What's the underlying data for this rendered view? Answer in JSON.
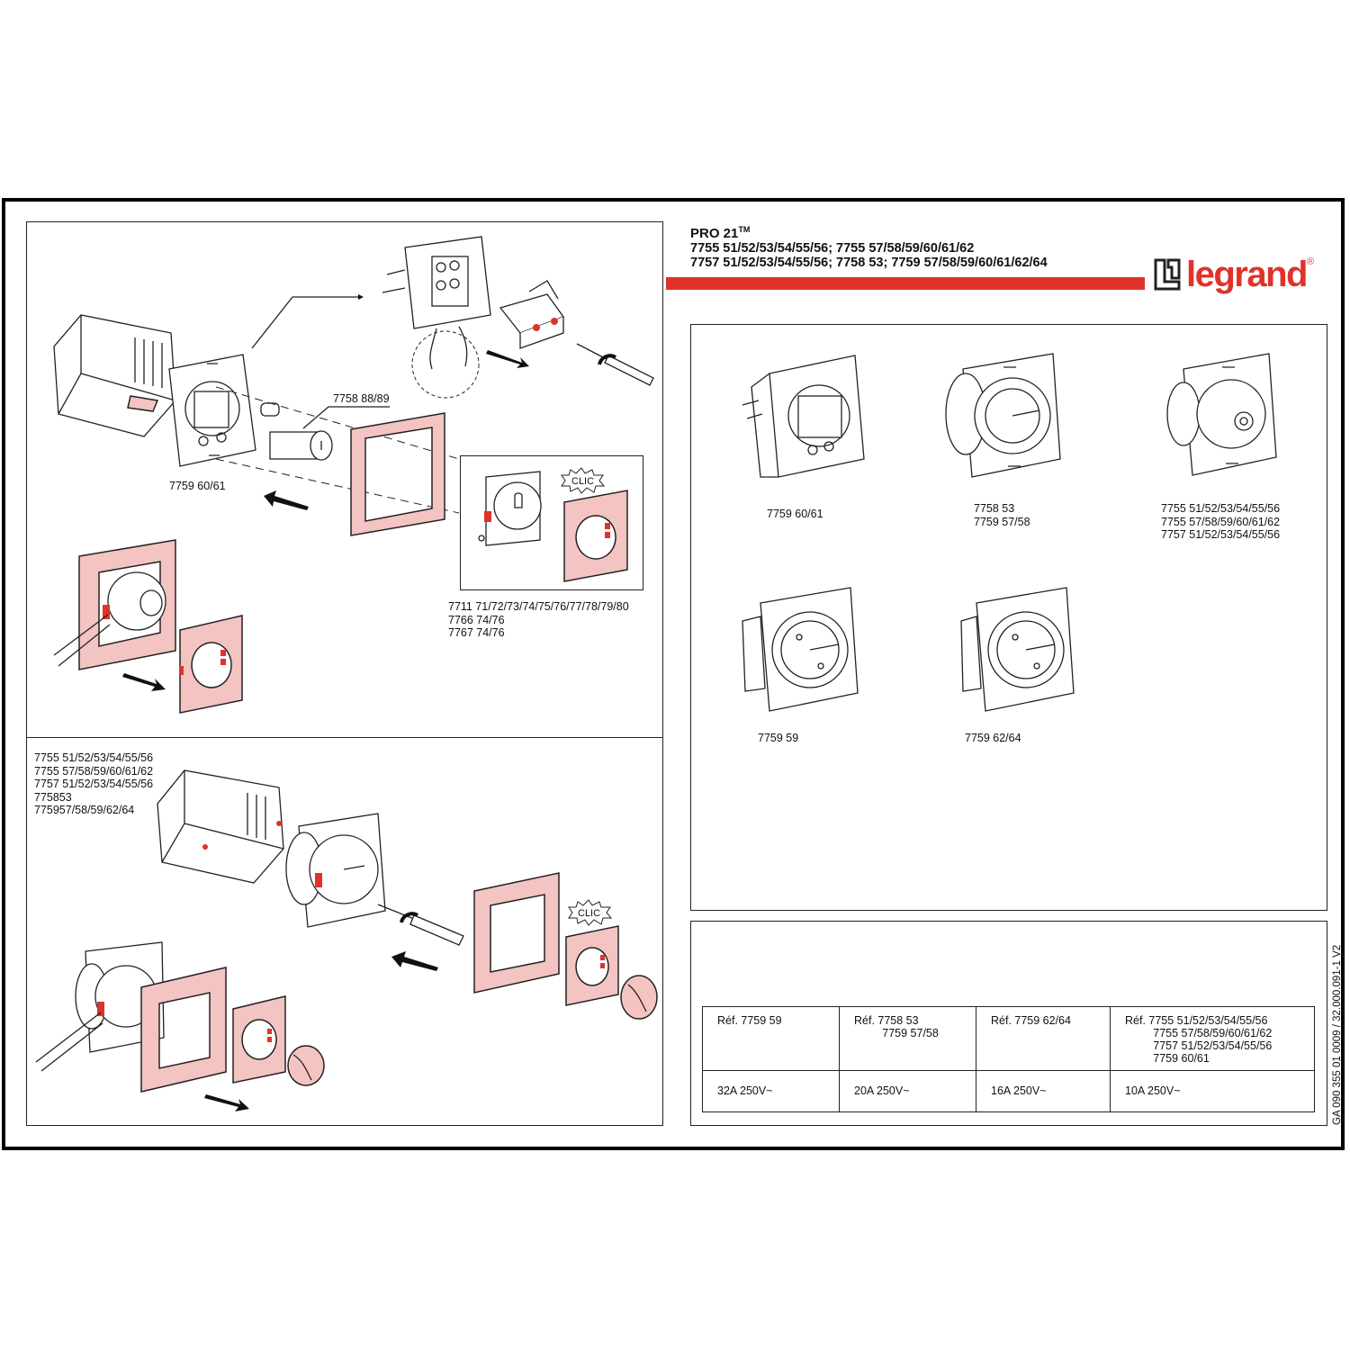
{
  "header": {
    "title": "PRO 21",
    "tm": "TM",
    "line2": "7755 51/52/53/54/55/56; 7755 57/58/59/60/61/62",
    "line3": "7757 51/52/53/54/55/56; 7758 53; 7759 57/58/59/60/61/62/64"
  },
  "logo": {
    "word": "legrand",
    "reg": "®"
  },
  "colors": {
    "accent": "#e0322b",
    "frame_fill": "#f3c4c2"
  },
  "top_left": {
    "label_lock": "7758 88/89",
    "label_socket": "7759 60/61",
    "label_lock_refs": "7711 71/72/73/74/75/76/77/78/79/80\n7766 74/76\n7767 74/76",
    "clic": "CLIC"
  },
  "bottom_left": {
    "refs": "7755 51/52/53/54/55/56\n7755 57/58/59/60/61/62\n7757 51/52/53/54/55/56\n775853\n775957/58/59/62/64",
    "clic": "CLIC"
  },
  "gallery": [
    {
      "label": "7759 60/61"
    },
    {
      "label": "7758 53\n7759 57/58"
    },
    {
      "label": "7755 51/52/53/54/55/56\n7755 57/58/59/60/61/62\n7757 51/52/53/54/55/56"
    },
    {
      "label": "7759 59"
    },
    {
      "label": "7759 62/64"
    }
  ],
  "spec_table": {
    "refs": [
      "Réf. 7759 59",
      "Réf. 7758 53\n         7759 57/58",
      "Réf. 7759 62/64",
      "Réf. 7755 51/52/53/54/55/56\n         7755 57/58/59/60/61/62\n         7757 51/52/53/54/55/56\n         7759 60/61"
    ],
    "ratings": [
      "32A 250V~",
      "20A 250V~",
      "16A 250V~",
      "10A 250V~"
    ]
  },
  "footer_code": "GA 090 355 01 0009 / 32.000.091-1  V2"
}
